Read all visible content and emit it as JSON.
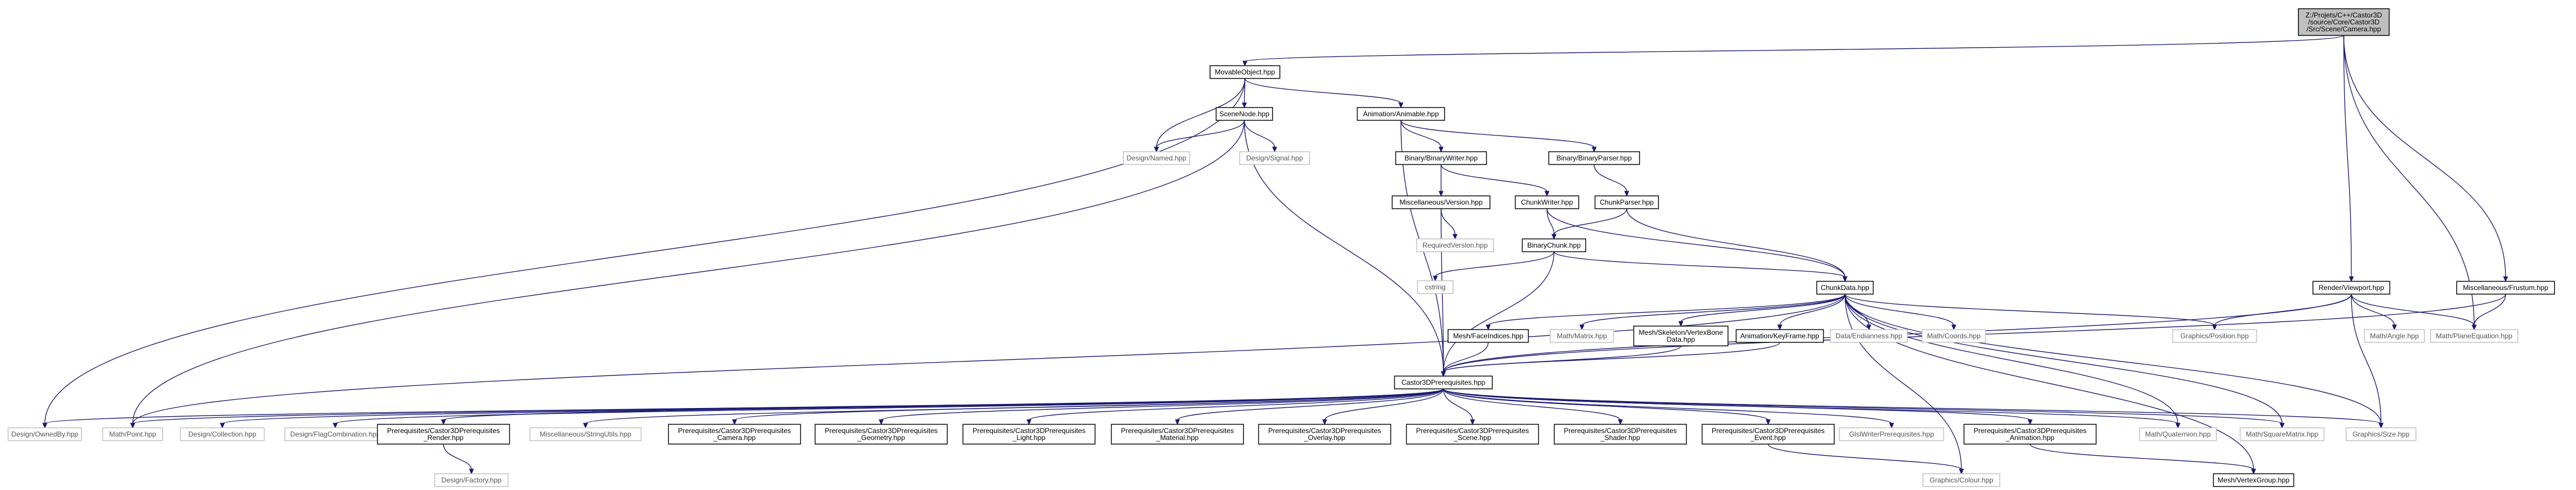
{
  "nodes": [
    {
      "id": "camera",
      "label": [
        "Z:/Projets/C++/Castor3D",
        "/source/Core/Castor3D",
        "/Src/Scene/Camera.hpp"
      ],
      "style": "root",
      "interactable": true
    },
    {
      "id": "movable",
      "label": [
        "MovableObject.hpp"
      ],
      "style": "solid",
      "interactable": true
    },
    {
      "id": "scenenode",
      "label": [
        "SceneNode.hpp"
      ],
      "style": "solid",
      "interactable": true
    },
    {
      "id": "animable",
      "label": [
        "Animation/Animable.hpp"
      ],
      "style": "solid",
      "interactable": true
    },
    {
      "id": "named",
      "label": [
        "Design/Named.hpp"
      ],
      "style": "grey",
      "interactable": false
    },
    {
      "id": "signal",
      "label": [
        "Design/Signal.hpp"
      ],
      "style": "grey",
      "interactable": false
    },
    {
      "id": "binwriter",
      "label": [
        "Binary/BinaryWriter.hpp"
      ],
      "style": "solid",
      "interactable": true
    },
    {
      "id": "binparser",
      "label": [
        "Binary/BinaryParser.hpp"
      ],
      "style": "solid",
      "interactable": true
    },
    {
      "id": "miscversion",
      "label": [
        "Miscellaneous/Version.hpp"
      ],
      "style": "solid",
      "interactable": true
    },
    {
      "id": "chunkwriter",
      "label": [
        "ChunkWriter.hpp"
      ],
      "style": "solid",
      "interactable": true
    },
    {
      "id": "chunkparser",
      "label": [
        "ChunkParser.hpp"
      ],
      "style": "solid",
      "interactable": true
    },
    {
      "id": "reqversion",
      "label": [
        "RequiredVersion.hpp"
      ],
      "style": "grey",
      "interactable": false
    },
    {
      "id": "binchunk",
      "label": [
        "BinaryChunk.hpp"
      ],
      "style": "solid",
      "interactable": true
    },
    {
      "id": "cstring",
      "label": [
        "cstring"
      ],
      "style": "grey",
      "interactable": false
    },
    {
      "id": "chunkdata",
      "label": [
        "ChunkData.hpp"
      ],
      "style": "solid",
      "interactable": true
    },
    {
      "id": "renderviewport",
      "label": [
        "Render/Viewport.hpp"
      ],
      "style": "solid",
      "interactable": true
    },
    {
      "id": "frustum",
      "label": [
        "Miscellaneous/Frustum.hpp"
      ],
      "style": "solid",
      "interactable": true
    },
    {
      "id": "faceindices",
      "label": [
        "Mesh/FaceIndices.hpp"
      ],
      "style": "solid",
      "interactable": true
    },
    {
      "id": "mathmatrix",
      "label": [
        "Math/Matrix.hpp"
      ],
      "style": "grey",
      "interactable": false
    },
    {
      "id": "vertexbone",
      "label": [
        "Mesh/Skeleton/VertexBone",
        "Data.hpp"
      ],
      "style": "solid",
      "interactable": true
    },
    {
      "id": "keyframe",
      "label": [
        "Animation/KeyFrame.hpp"
      ],
      "style": "solid",
      "interactable": true
    },
    {
      "id": "endianness",
      "label": [
        "Data/Endianness.hpp"
      ],
      "style": "grey",
      "interactable": false
    },
    {
      "id": "coords",
      "label": [
        "Math/Coords.hpp"
      ],
      "style": "grey",
      "interactable": false
    },
    {
      "id": "position",
      "label": [
        "Graphics/Position.hpp"
      ],
      "style": "grey",
      "interactable": false
    },
    {
      "id": "angle",
      "label": [
        "Math/Angle.hpp"
      ],
      "style": "grey",
      "interactable": false
    },
    {
      "id": "plane",
      "label": [
        "Math/PlaneEquation.hpp"
      ],
      "style": "grey",
      "interactable": false
    },
    {
      "id": "prereq",
      "label": [
        "Castor3DPrerequisites.hpp"
      ],
      "style": "solid",
      "interactable": true
    },
    {
      "id": "ownedby",
      "label": [
        "Design/OwnedBy.hpp"
      ],
      "style": "grey",
      "interactable": false
    },
    {
      "id": "mathpoint",
      "label": [
        "Math/Point.hpp"
      ],
      "style": "grey",
      "interactable": false
    },
    {
      "id": "collection",
      "label": [
        "Design/Collection.hpp"
      ],
      "style": "grey",
      "interactable": false
    },
    {
      "id": "flagcomb",
      "label": [
        "Design/FlagCombination.hpp"
      ],
      "style": "grey",
      "interactable": false
    },
    {
      "id": "prrender",
      "label": [
        "Prerequisites/Castor3DPrerequisites",
        "_Render.hpp"
      ],
      "style": "solid",
      "interactable": true
    },
    {
      "id": "stringutils",
      "label": [
        "Miscellaneous/StringUtils.hpp"
      ],
      "style": "grey",
      "interactable": false
    },
    {
      "id": "prcamera",
      "label": [
        "Prerequisites/Castor3DPrerequisites",
        "_Camera.hpp"
      ],
      "style": "solid",
      "interactable": true
    },
    {
      "id": "prgeometry",
      "label": [
        "Prerequisites/Castor3DPrerequisites",
        "_Geometry.hpp"
      ],
      "style": "solid",
      "interactable": true
    },
    {
      "id": "prlight",
      "label": [
        "Prerequisites/Castor3DPrerequisites",
        "_Light.hpp"
      ],
      "style": "solid",
      "interactable": true
    },
    {
      "id": "prmaterial",
      "label": [
        "Prerequisites/Castor3DPrerequisites",
        "_Material.hpp"
      ],
      "style": "solid",
      "interactable": true
    },
    {
      "id": "proverlay",
      "label": [
        "Prerequisites/Castor3DPrerequisites",
        "_Overlay.hpp"
      ],
      "style": "solid",
      "interactable": true
    },
    {
      "id": "prscene",
      "label": [
        "Prerequisites/Castor3DPrerequisites",
        "_Scene.hpp"
      ],
      "style": "solid",
      "interactable": true
    },
    {
      "id": "prshader",
      "label": [
        "Prerequisites/Castor3DPrerequisites",
        "_Shader.hpp"
      ],
      "style": "solid",
      "interactable": true
    },
    {
      "id": "prevent",
      "label": [
        "Prerequisites/Castor3DPrerequisites",
        "_Event.hpp"
      ],
      "style": "solid",
      "interactable": true
    },
    {
      "id": "glslwriter",
      "label": [
        "GlslWriterPrerequisites.hpp"
      ],
      "style": "grey",
      "interactable": false
    },
    {
      "id": "pranimation",
      "label": [
        "Prerequisites/Castor3DPrerequisites",
        "_Animation.hpp"
      ],
      "style": "solid",
      "interactable": true
    },
    {
      "id": "quaternion",
      "label": [
        "Math/Quaternion.hpp"
      ],
      "style": "grey",
      "interactable": false
    },
    {
      "id": "squarematrix",
      "label": [
        "Math/SquareMatrix.hpp"
      ],
      "style": "grey",
      "interactable": false
    },
    {
      "id": "graphicssize",
      "label": [
        "Graphics/Size.hpp"
      ],
      "style": "grey",
      "interactable": false
    },
    {
      "id": "factory",
      "label": [
        "Design/Factory.hpp"
      ],
      "style": "grey",
      "interactable": false
    },
    {
      "id": "colour",
      "label": [
        "Graphics/Colour.hpp"
      ],
      "style": "grey",
      "interactable": false
    },
    {
      "id": "vertexgroup",
      "label": [
        "Mesh/VertexGroup.hpp"
      ],
      "style": "solid",
      "interactable": true
    }
  ],
  "edges": [
    [
      "camera",
      "movable"
    ],
    [
      "camera",
      "renderviewport"
    ],
    [
      "camera",
      "frustum"
    ],
    [
      "camera",
      "plane"
    ],
    [
      "movable",
      "scenenode"
    ],
    [
      "movable",
      "animable"
    ],
    [
      "movable",
      "named"
    ],
    [
      "movable",
      "ownedby"
    ],
    [
      "scenenode",
      "named"
    ],
    [
      "scenenode",
      "signal"
    ],
    [
      "scenenode",
      "prereq"
    ],
    [
      "scenenode",
      "mathpoint"
    ],
    [
      "animable",
      "binwriter"
    ],
    [
      "animable",
      "binparser"
    ],
    [
      "animable",
      "prereq"
    ],
    [
      "binwriter",
      "miscversion"
    ],
    [
      "binwriter",
      "chunkwriter"
    ],
    [
      "binparser",
      "chunkparser"
    ],
    [
      "miscversion",
      "reqversion"
    ],
    [
      "miscversion",
      "prereq"
    ],
    [
      "chunkwriter",
      "binchunk"
    ],
    [
      "chunkwriter",
      "chunkdata"
    ],
    [
      "chunkparser",
      "binchunk"
    ],
    [
      "chunkparser",
      "chunkdata"
    ],
    [
      "binchunk",
      "cstring"
    ],
    [
      "binchunk",
      "chunkdata"
    ],
    [
      "binchunk",
      "prereq"
    ],
    [
      "chunkdata",
      "faceindices"
    ],
    [
      "chunkdata",
      "mathmatrix"
    ],
    [
      "chunkdata",
      "vertexbone"
    ],
    [
      "chunkdata",
      "keyframe"
    ],
    [
      "chunkdata",
      "endianness"
    ],
    [
      "chunkdata",
      "coords"
    ],
    [
      "chunkdata",
      "position"
    ],
    [
      "chunkdata",
      "mathpoint"
    ],
    [
      "chunkdata",
      "quaternion"
    ],
    [
      "chunkdata",
      "squarematrix"
    ],
    [
      "chunkdata",
      "graphicssize"
    ],
    [
      "chunkdata",
      "colour"
    ],
    [
      "chunkdata",
      "vertexgroup"
    ],
    [
      "renderviewport",
      "position"
    ],
    [
      "renderviewport",
      "angle"
    ],
    [
      "renderviewport",
      "plane"
    ],
    [
      "renderviewport",
      "graphicssize"
    ],
    [
      "renderviewport",
      "prereq"
    ],
    [
      "frustum",
      "plane"
    ],
    [
      "frustum",
      "prereq"
    ],
    [
      "faceindices",
      "prereq"
    ],
    [
      "vertexbone",
      "prereq"
    ],
    [
      "keyframe",
      "prereq"
    ],
    [
      "prereq",
      "ownedby"
    ],
    [
      "prereq",
      "mathpoint"
    ],
    [
      "prereq",
      "collection"
    ],
    [
      "prereq",
      "flagcomb"
    ],
    [
      "prereq",
      "prrender"
    ],
    [
      "prereq",
      "stringutils"
    ],
    [
      "prereq",
      "prcamera"
    ],
    [
      "prereq",
      "prgeometry"
    ],
    [
      "prereq",
      "prlight"
    ],
    [
      "prereq",
      "prmaterial"
    ],
    [
      "prereq",
      "proverlay"
    ],
    [
      "prereq",
      "prscene"
    ],
    [
      "prereq",
      "prshader"
    ],
    [
      "prereq",
      "prevent"
    ],
    [
      "prereq",
      "glslwriter"
    ],
    [
      "prereq",
      "pranimation"
    ],
    [
      "prereq",
      "quaternion"
    ],
    [
      "prereq",
      "squarematrix"
    ],
    [
      "prereq",
      "graphicssize"
    ],
    [
      "prrender",
      "factory"
    ],
    [
      "prevent",
      "colour"
    ],
    [
      "pranimation",
      "vertexgroup"
    ]
  ]
}
